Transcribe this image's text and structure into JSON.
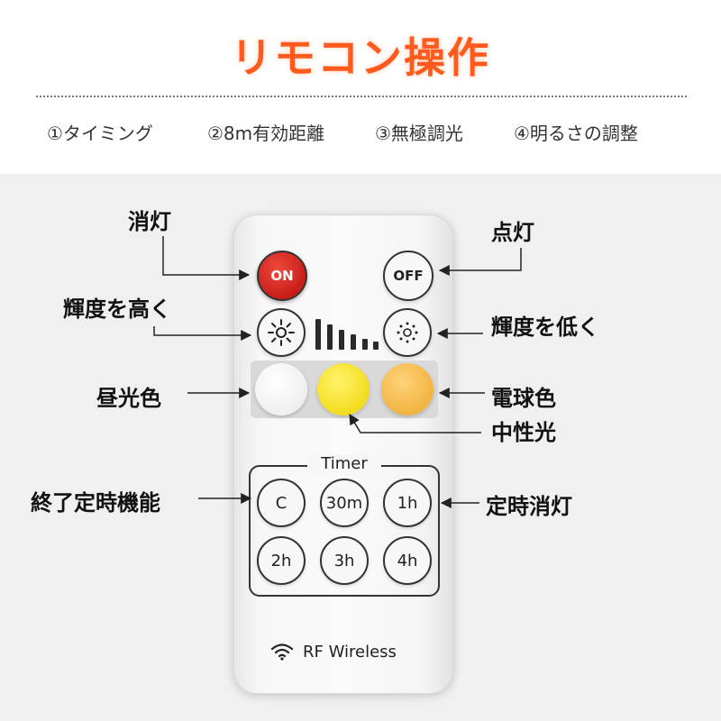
{
  "title": "リモコン操作",
  "features": [
    "①タイミング",
    "②8m有効距離",
    "③無極調光",
    "④明るさの調整"
  ],
  "remote": {
    "on_label": "ON",
    "off_label": "OFF",
    "timer_title": "Timer",
    "timer_buttons": [
      "C",
      "30m",
      "1h",
      "2h",
      "3h",
      "4h"
    ],
    "rf_label": "RF Wireless"
  },
  "callouts": {
    "off_light": "消灯",
    "on_light": "点灯",
    "brighter": "輝度を高く",
    "dimmer": "輝度を低く",
    "daylight": "昼光色",
    "warm": "電球色",
    "neutral": "中性光",
    "timer_cancel": "終了定時機能",
    "timer_off": "定時消灯"
  },
  "colors": {
    "title": "#ff5a1e",
    "on_button": "#c81d1a",
    "neutral_button": "#f3dc1e",
    "warm_button": "#f2b441",
    "daylight_button": "#f4f4f4"
  },
  "icons": [
    "sun-bright-icon",
    "sun-dim-icon",
    "brightness-bars-icon",
    "wifi-icon"
  ]
}
